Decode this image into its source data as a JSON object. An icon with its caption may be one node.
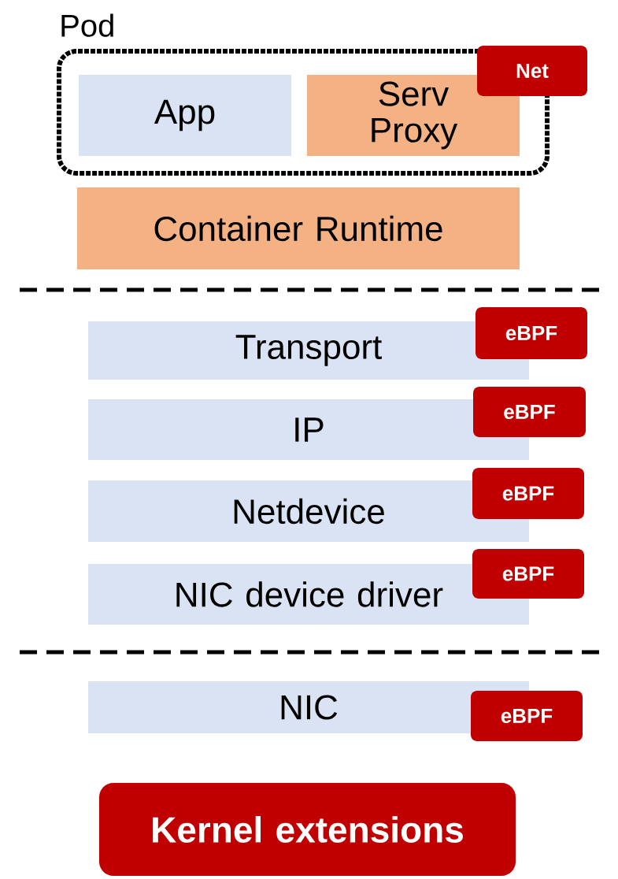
{
  "diagram": {
    "nodes": [
      {
        "text": [
          "Pod"
        ]
      },
      {
        "text": [
          "App"
        ],
        "in": 0
      },
      {
        "text": [
          "Serv Proxy"
        ],
        "in": 0
      },
      {
        "text": [
          "Net"
        ]
      },
      {
        "text": [
          "Container Runtime"
        ]
      },
      {
        "text": [
          "Transport"
        ]
      },
      {
        "text": [
          "eBPF"
        ]
      },
      {
        "text": [
          "IP"
        ]
      },
      {
        "text": [
          "eBPF"
        ]
      },
      {
        "text": [
          "Netdevice"
        ]
      },
      {
        "text": [
          "eBPF"
        ]
      },
      {
        "text": [
          "NIC device driver"
        ]
      },
      {
        "text": [
          "eBPF"
        ]
      },
      {
        "text": [
          "NIC"
        ]
      },
      {
        "text": [
          "eBPF"
        ]
      },
      {
        "text": [
          "Kernel extensions"
        ]
      }
    ]
  }
}
